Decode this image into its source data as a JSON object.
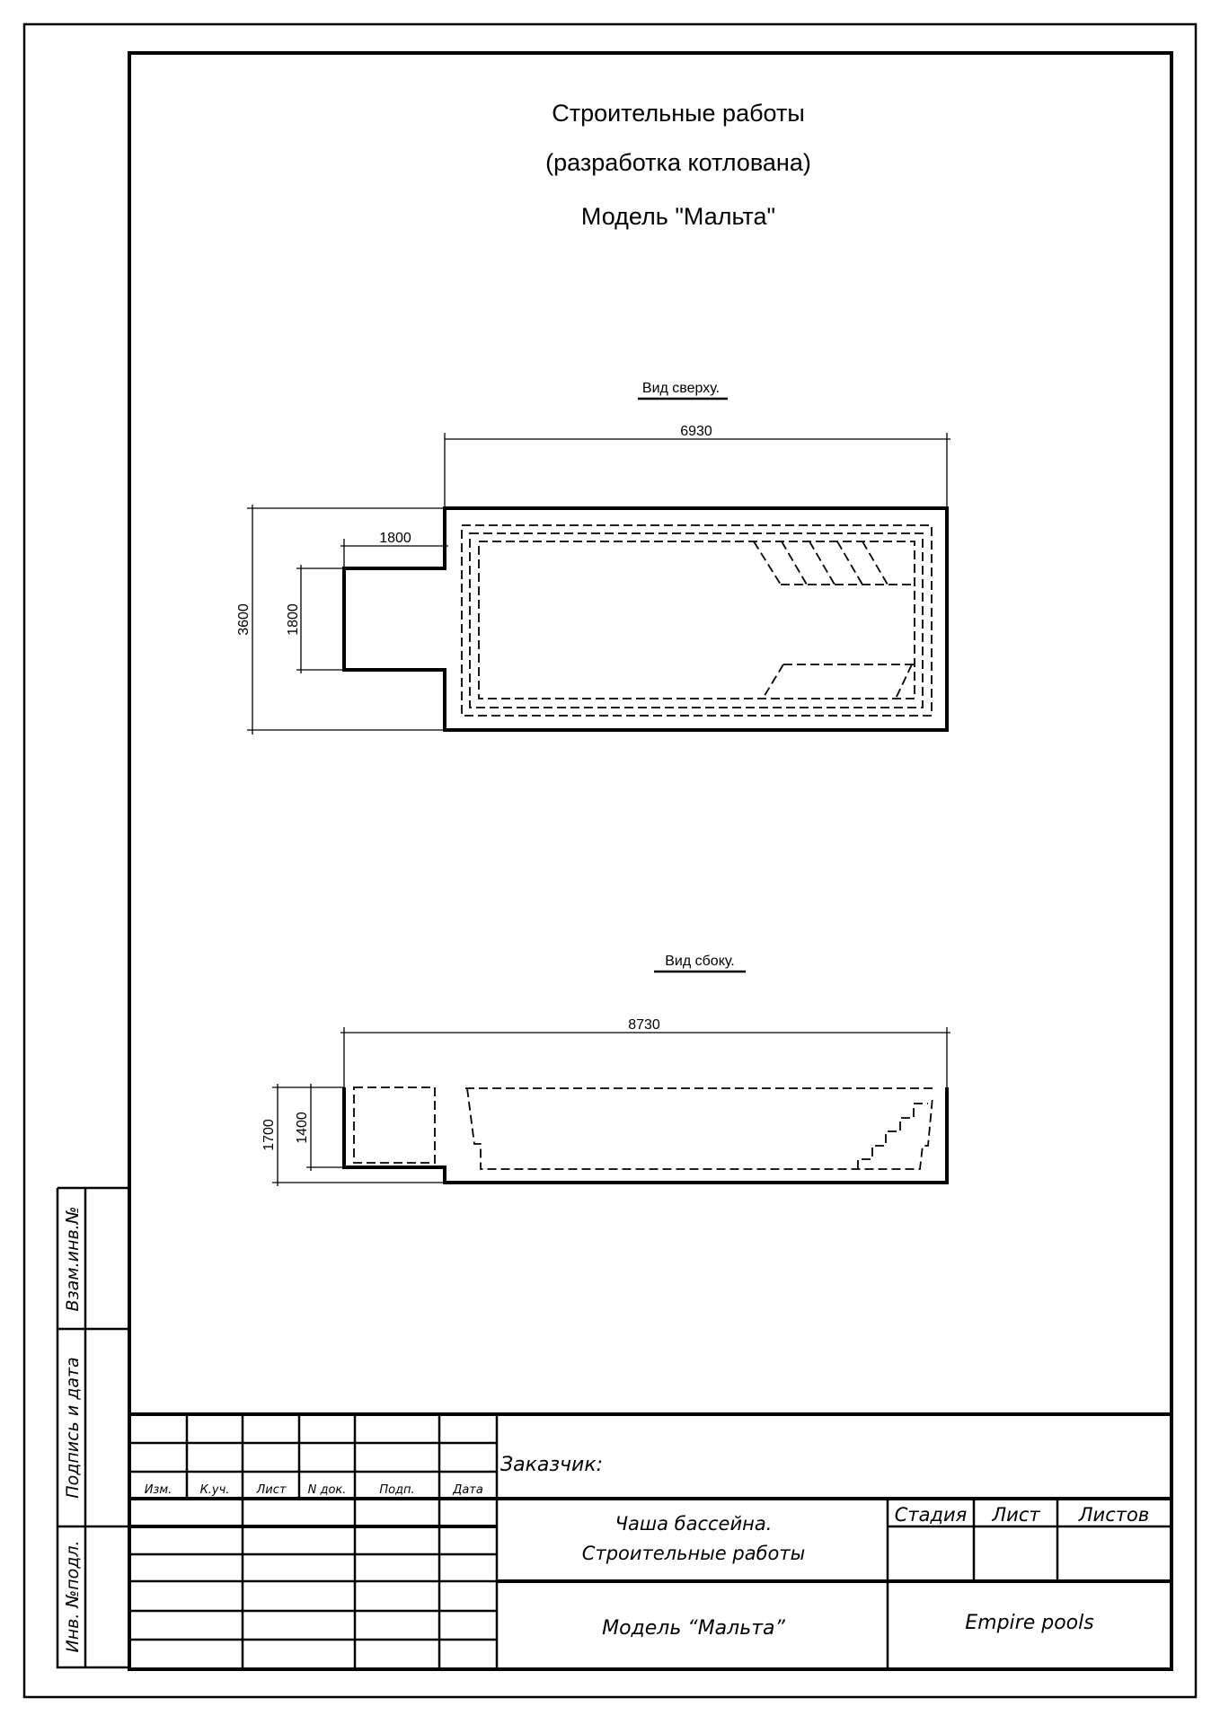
{
  "header": {
    "title_line1": "Строительные работы",
    "title_line2": "(разработка котлована)",
    "title_line3": "Модель \"Мальта\""
  },
  "top_view": {
    "label": "Вид сверху.",
    "dim_length": "6930",
    "dim_width": "3600",
    "dim_step_width": "1800",
    "dim_step_depth": "1800"
  },
  "side_view": {
    "label": "Вид сбоку.",
    "dim_length": "8730",
    "dim_depth_total": "1700",
    "dim_depth_step": "1400"
  },
  "side_strip": {
    "replace_inv": "Взам.инв.№",
    "sign_date": "Подпись и дата",
    "inv_orig": "Инв. №подл."
  },
  "title_block": {
    "columns": [
      "Изм.",
      "К.уч.",
      "Лист",
      "N док.",
      "Подп.",
      "Дата"
    ],
    "customer_label": "Заказчик:",
    "doc_title_line1": "Чаша бассейна.",
    "doc_title_line2": "Строительные работы",
    "stage_label": "Стадия",
    "sheet_label": "Лист",
    "sheets_label": "Листов",
    "model": "Модель “Мальта”",
    "company": "Empire pools"
  }
}
